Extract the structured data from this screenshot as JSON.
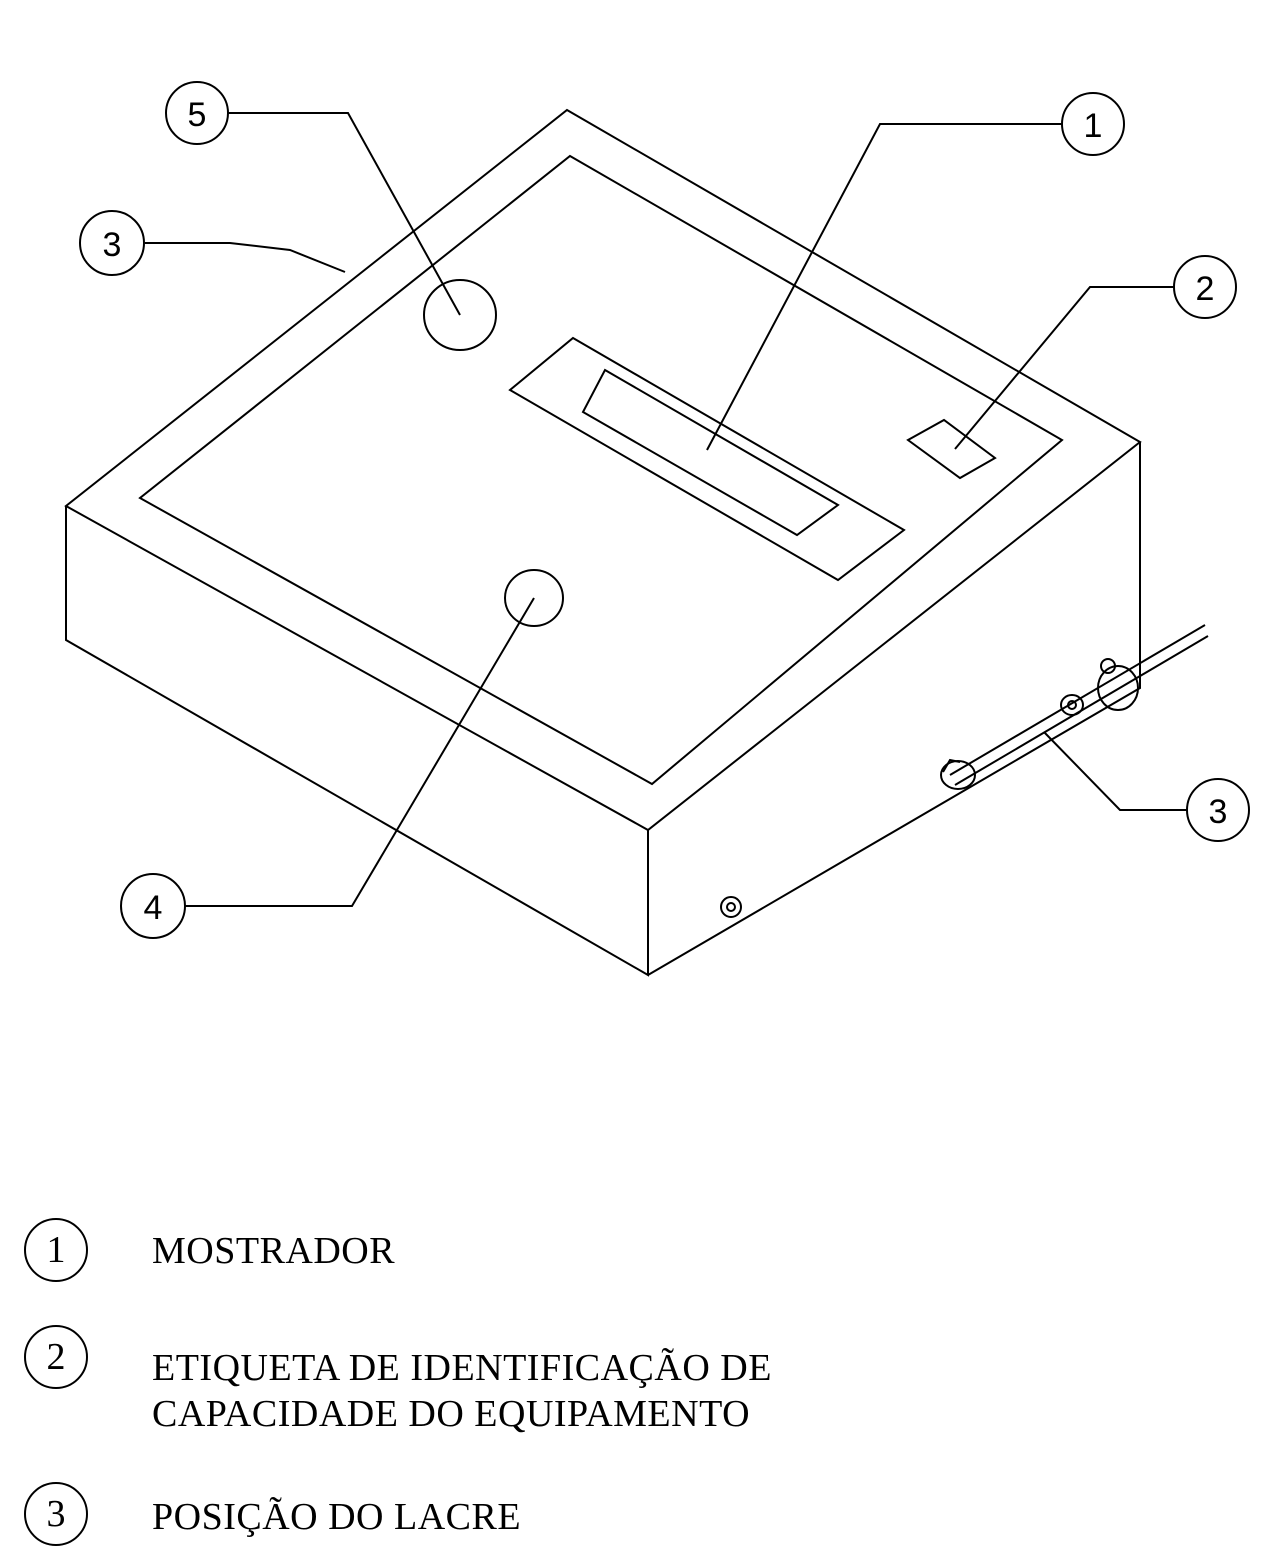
{
  "callouts": {
    "c1": "1",
    "c2": "2",
    "c3_left": "3",
    "c3_right": "3",
    "c4": "4",
    "c5": "5"
  },
  "legend": [
    {
      "number": "1",
      "lines": [
        "MOSTRADOR"
      ]
    },
    {
      "number": "2",
      "lines": [
        "ETIQUETA DE IDENTIFICAÇÃO DE",
        "CAPACIDADE DO EQUIPAMENTO"
      ]
    },
    {
      "number": "3",
      "lines": [
        "POSIÇÃO DO LACRE"
      ]
    }
  ]
}
